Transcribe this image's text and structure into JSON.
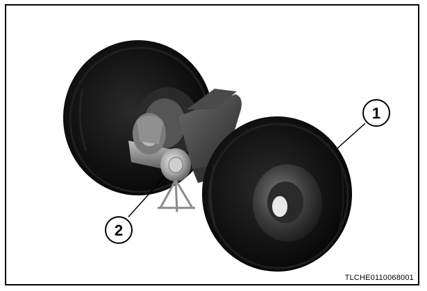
{
  "callouts": [
    {
      "label": "1"
    },
    {
      "label": "2"
    }
  ],
  "figure_code": "TLCHE0110068001",
  "colors": {
    "tire": "#0b0b0b",
    "rim": "#3c3c3c",
    "metal": "#8a8a8a",
    "frame": "#000000"
  }
}
